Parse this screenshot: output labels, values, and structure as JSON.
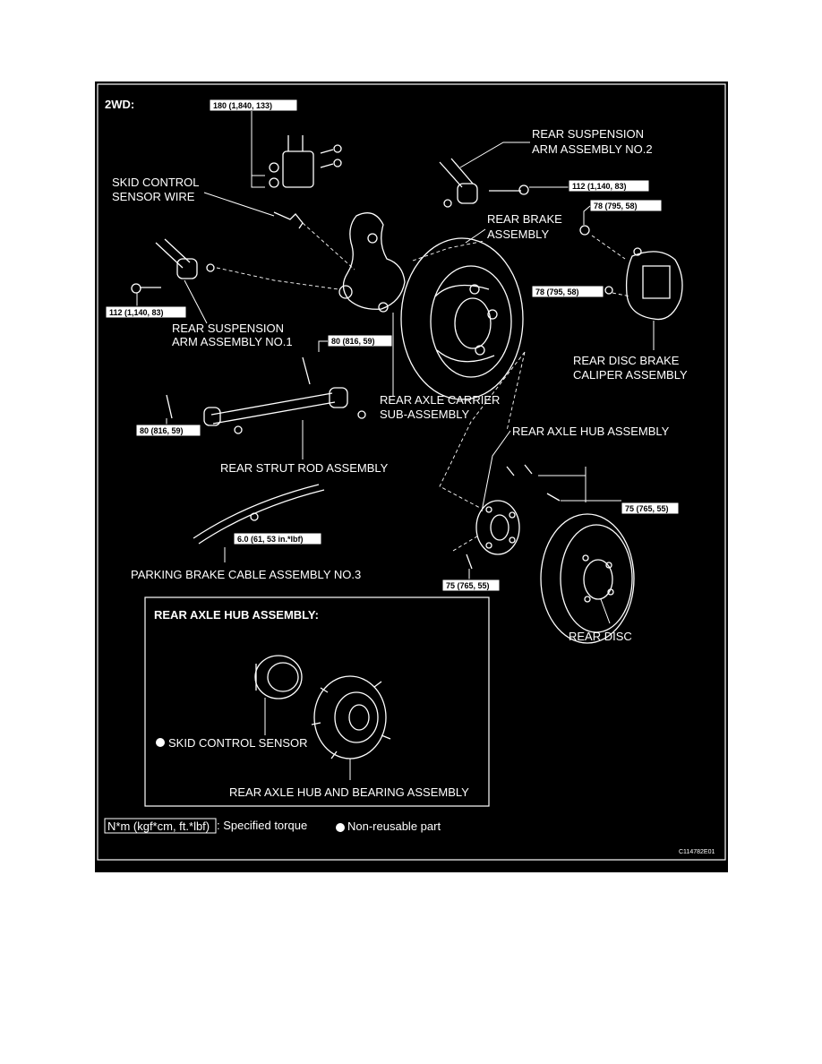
{
  "variant_label": "2WD:",
  "labels": {
    "rear_suspension_arm_no2": [
      "REAR SUSPENSION",
      "ARM ASSEMBLY NO.2"
    ],
    "skid_control_sensor_wire": [
      "SKID CONTROL",
      "SENSOR WIRE"
    ],
    "rear_brake_assembly": [
      "REAR BRAKE",
      "ASSEMBLY"
    ],
    "rear_suspension_arm_no1": [
      "REAR SUSPENSION",
      "ARM ASSEMBLY NO.1"
    ],
    "rear_disc_brake_caliper": [
      "REAR DISC BRAKE",
      "CALIPER ASSEMBLY"
    ],
    "rear_axle_carrier": [
      "REAR AXLE CARRIER",
      "SUB-ASSEMBLY"
    ],
    "rear_axle_hub_assembly": "REAR AXLE HUB ASSEMBLY",
    "rear_strut_rod": "REAR STRUT ROD ASSEMBLY",
    "parking_brake_cable": "PARKING BRAKE CABLE ASSEMBLY NO.3",
    "rear_disc": "REAR DISC"
  },
  "torques": {
    "t180": "180 (1,840, 133)",
    "t112_arm2": "112 (1,140, 83)",
    "t78_top": "78 (795, 58)",
    "t78_mid": "78 (795, 58)",
    "t112_arm1": "112 (1,140, 83)",
    "t80_upper": "80 (816, 59)",
    "t80_lower": "80 (816, 59)",
    "t6": "6.0 (61, 53 in.*lbf)",
    "t75_right": "75 (765, 55)",
    "t75_lower": "75 (765, 55)"
  },
  "inset": {
    "title": "REAR AXLE HUB ASSEMBLY:",
    "skid_sensor": "SKID CONTROL SENSOR",
    "hub_bearing": "REAR AXLE HUB AND BEARING ASSEMBLY"
  },
  "legend": {
    "torque_unit": "N*m (kgf*cm, ft.*lbf)",
    "torque_desc": ": Specified torque",
    "nonreusable": "Non-reusable part"
  },
  "figure_id": "C114782E01"
}
